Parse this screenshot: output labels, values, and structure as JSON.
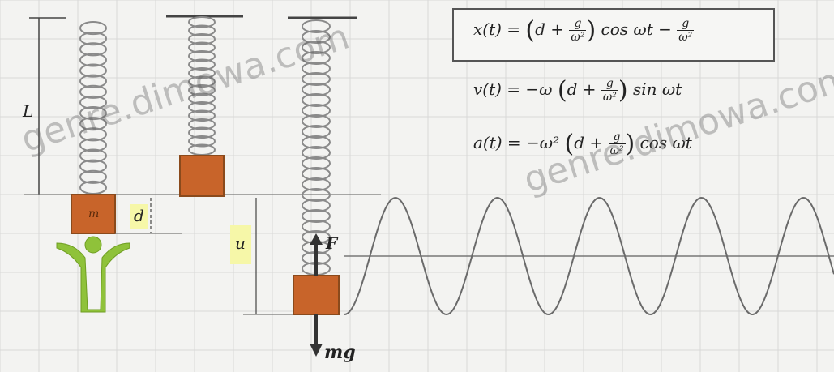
{
  "equations": {
    "x_t": "x(t) = (d + g/ω²) cos ωt − g/ω²",
    "v_t": "v(t) = −ω (d + g/ω²) sin ωt",
    "a_t": "a(t) = −ω² (d + g/ω²) cos ωt",
    "x_lhs": "x(t) =",
    "v_lhs": "v(t) = −ω",
    "a_lhs": "a(t) = −ω²",
    "d": "d",
    "plus": "+",
    "g": "g",
    "omega_sq": "ω²",
    "cos_term": "cos ωt",
    "sin_term": "sin ωt",
    "minus": "−"
  },
  "labels": {
    "L": "L",
    "d": "d",
    "u": "u",
    "m": "m",
    "F": "F",
    "mg": "mg"
  },
  "watermark": "genre.dimowa.com",
  "colors": {
    "mass": "#c8642a",
    "mass_border": "#8a4a1c",
    "person": "#8fc23a",
    "highlight": "#f6f7a8",
    "wave": "#6a6a6a",
    "grid": "#d8d8d8"
  },
  "wave": {
    "cycles": 4.8,
    "shape": "cosine"
  }
}
